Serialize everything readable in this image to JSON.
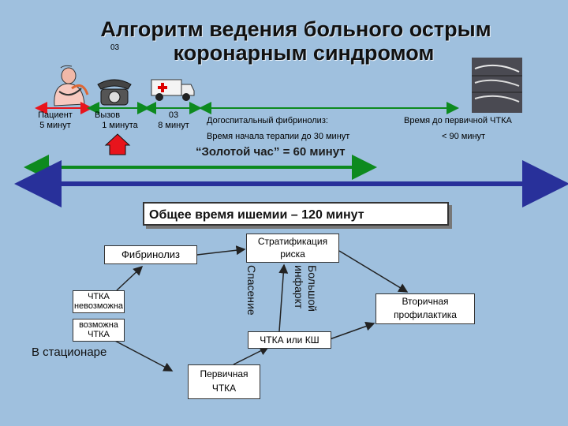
{
  "title": {
    "line1": "Алгоритм ведения больного острым",
    "line2": "коронарным синдромом",
    "tag_03": "03"
  },
  "timeline": {
    "patient": {
      "label": "Пациент",
      "time": "5 минут"
    },
    "call": {
      "label": "Вызов",
      "time": "1 минута"
    },
    "ems": {
      "label": "03",
      "time": "8 минут"
    },
    "prehospital_fibrinolysis": "Догоспитальный фибринолиз:",
    "therapy_start": "Время начала терапии до 30 минут",
    "pci_time": "Время до первичной ЧТКА",
    "pci_limit": "< 90 минут",
    "golden_hour": "“Золотой час” = 60 минут",
    "total_ischemia": "Общее время ишемии – 120 минут"
  },
  "flow": {
    "fibrinolysis": "Фибринолиз",
    "risk_stratification": "Стратификация риска",
    "pci_impossible": "ЧТКА невозможна",
    "pci_possible": "возможна ЧТКА",
    "in_hospital": "В стационаре",
    "primary_pci": "Первичная ЧТКА",
    "pci_or_cabg": "ЧТКА или КШ",
    "secondary_prevention": "Вторичная профилактика",
    "rescue": "Спасение",
    "large_infarct": "Большой инфаркт"
  },
  "icons": [
    "patient-clutching-chest-icon",
    "telephone-icon",
    "ambulance-icon",
    "angiography-images-icon",
    "up-arrow-icon"
  ],
  "colors": {
    "red": "#e8141c",
    "blue": "#28309a",
    "green": "#0d8a1f",
    "background": "#9fc0de"
  }
}
